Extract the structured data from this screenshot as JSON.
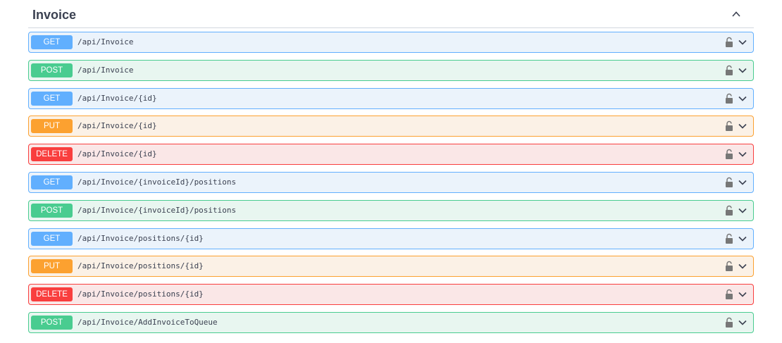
{
  "section": {
    "title": "Invoice",
    "toggle_icon": "chevron-up-icon"
  },
  "colors": {
    "get": "#61affe",
    "post": "#49cc90",
    "put": "#fca130",
    "delete": "#f93e3e"
  },
  "operations": [
    {
      "method": "GET",
      "path": "/api/Invoice"
    },
    {
      "method": "POST",
      "path": "/api/Invoice"
    },
    {
      "method": "GET",
      "path": "/api/Invoice/{id}"
    },
    {
      "method": "PUT",
      "path": "/api/Invoice/{id}"
    },
    {
      "method": "DELETE",
      "path": "/api/Invoice/{id}"
    },
    {
      "method": "GET",
      "path": "/api/Invoice/{invoiceId}/positions"
    },
    {
      "method": "POST",
      "path": "/api/Invoice/{invoiceId}/positions"
    },
    {
      "method": "GET",
      "path": "/api/Invoice/positions/{id}"
    },
    {
      "method": "PUT",
      "path": "/api/Invoice/positions/{id}"
    },
    {
      "method": "DELETE",
      "path": "/api/Invoice/positions/{id}"
    },
    {
      "method": "POST",
      "path": "/api/Invoice/AddInvoiceToQueue"
    }
  ],
  "row_icons": {
    "lock": "unlock-icon",
    "expand": "chevron-down-icon"
  }
}
